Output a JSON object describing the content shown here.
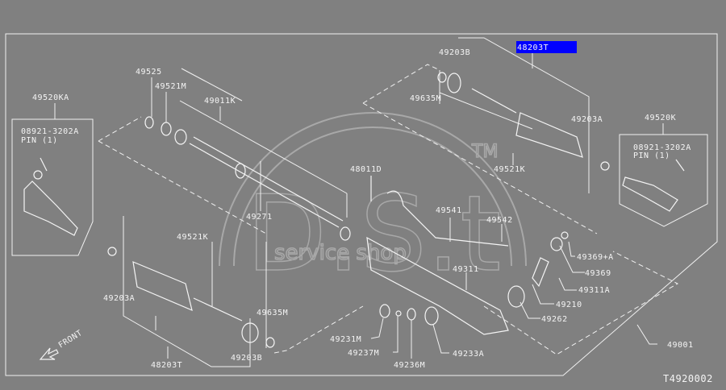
{
  "diagram_code": "T4920002",
  "highlight_color": "#0000ff",
  "watermark": {
    "brand": "D.S.t",
    "tm": "TM",
    "tagline": "service shop"
  },
  "front_label": "FRONT",
  "parts": {
    "p49525": "49525",
    "p49521M": "49521M",
    "p49011K": "49011K",
    "p49520KA": "49520KA",
    "pin_left_code": "08921-3202A",
    "pin_left_label": "PIN (1)",
    "p49271": "49271",
    "p49521K_left": "49521K",
    "p49203A_left": "49203A",
    "p49635M_left": "49635M",
    "p48203T_bottom": "48203T",
    "p49203B_bottom": "49203B",
    "p49203B_top": "49203B",
    "p48203T_top": "48203T",
    "p49635M_top": "49635M",
    "p49203A_right": "49203A",
    "p49520K": "49520K",
    "pin_right_code": "08921-3202A",
    "pin_right_label": "PIN (1)",
    "p49521K_top": "49521K",
    "p48011D": "48011D",
    "p49541": "49541",
    "p49542": "49542",
    "p49369A": "49369+A",
    "p49369": "49369",
    "p49311A": "49311A",
    "p49311": "49311",
    "p49210": "49210",
    "p49262": "49262",
    "p49231M": "49231M",
    "p49237M": "49237M",
    "p49236M": "49236M",
    "p49233A": "49233A",
    "p49001": "49001"
  }
}
